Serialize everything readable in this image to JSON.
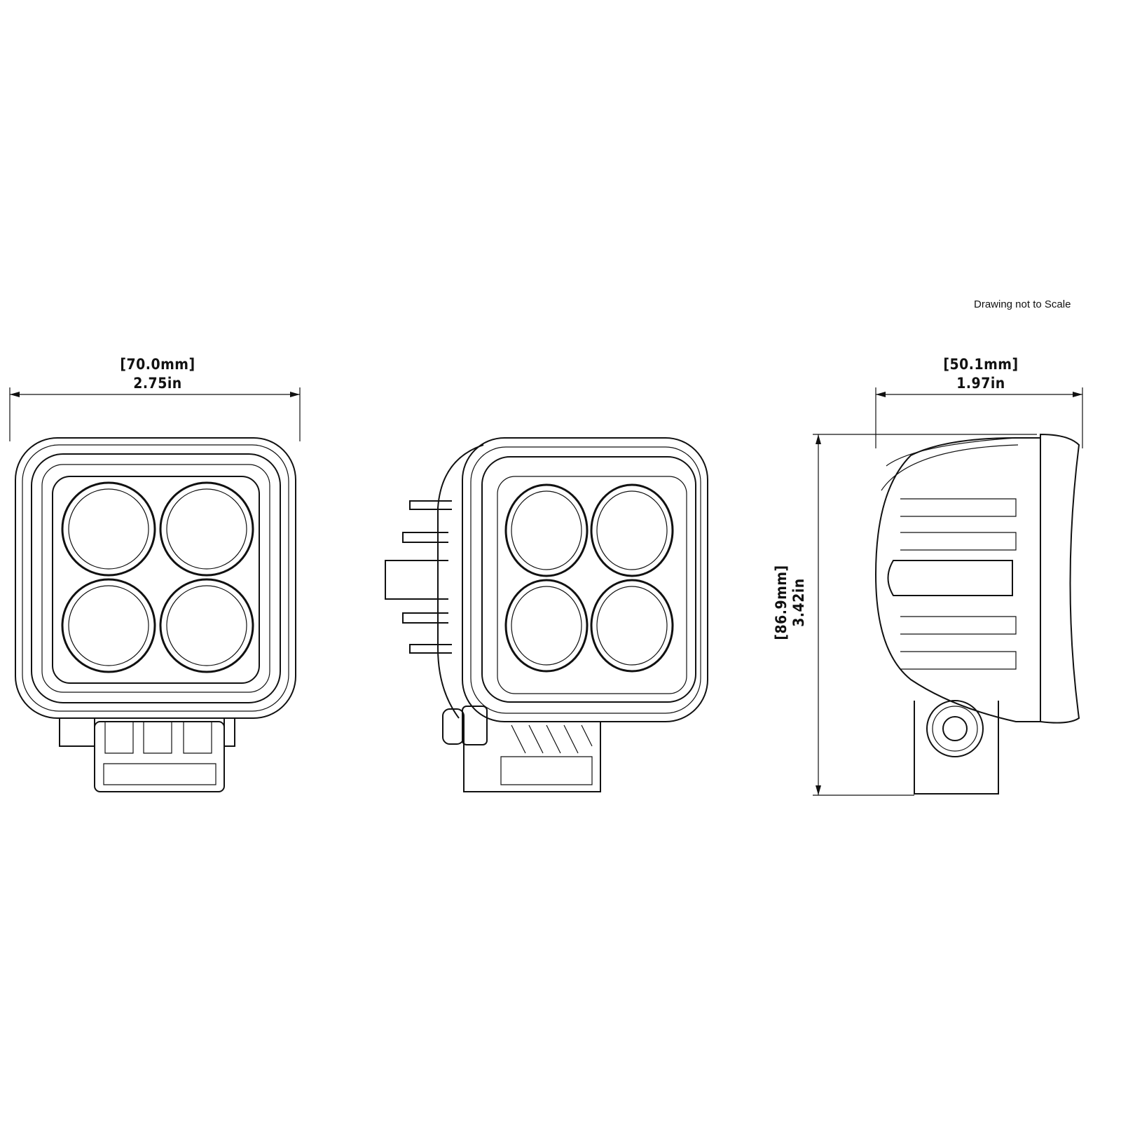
{
  "note": "Drawing not to Scale",
  "dimensions": {
    "width": {
      "mm": "[70.0mm]",
      "in": "2.75in"
    },
    "depth": {
      "mm": "[50.1mm]",
      "in": "1.97in"
    },
    "height": {
      "mm": "[86.9mm]",
      "in": "3.42in"
    }
  },
  "views": [
    "front-view",
    "angled-view",
    "side-view"
  ],
  "line_color": "#111111"
}
